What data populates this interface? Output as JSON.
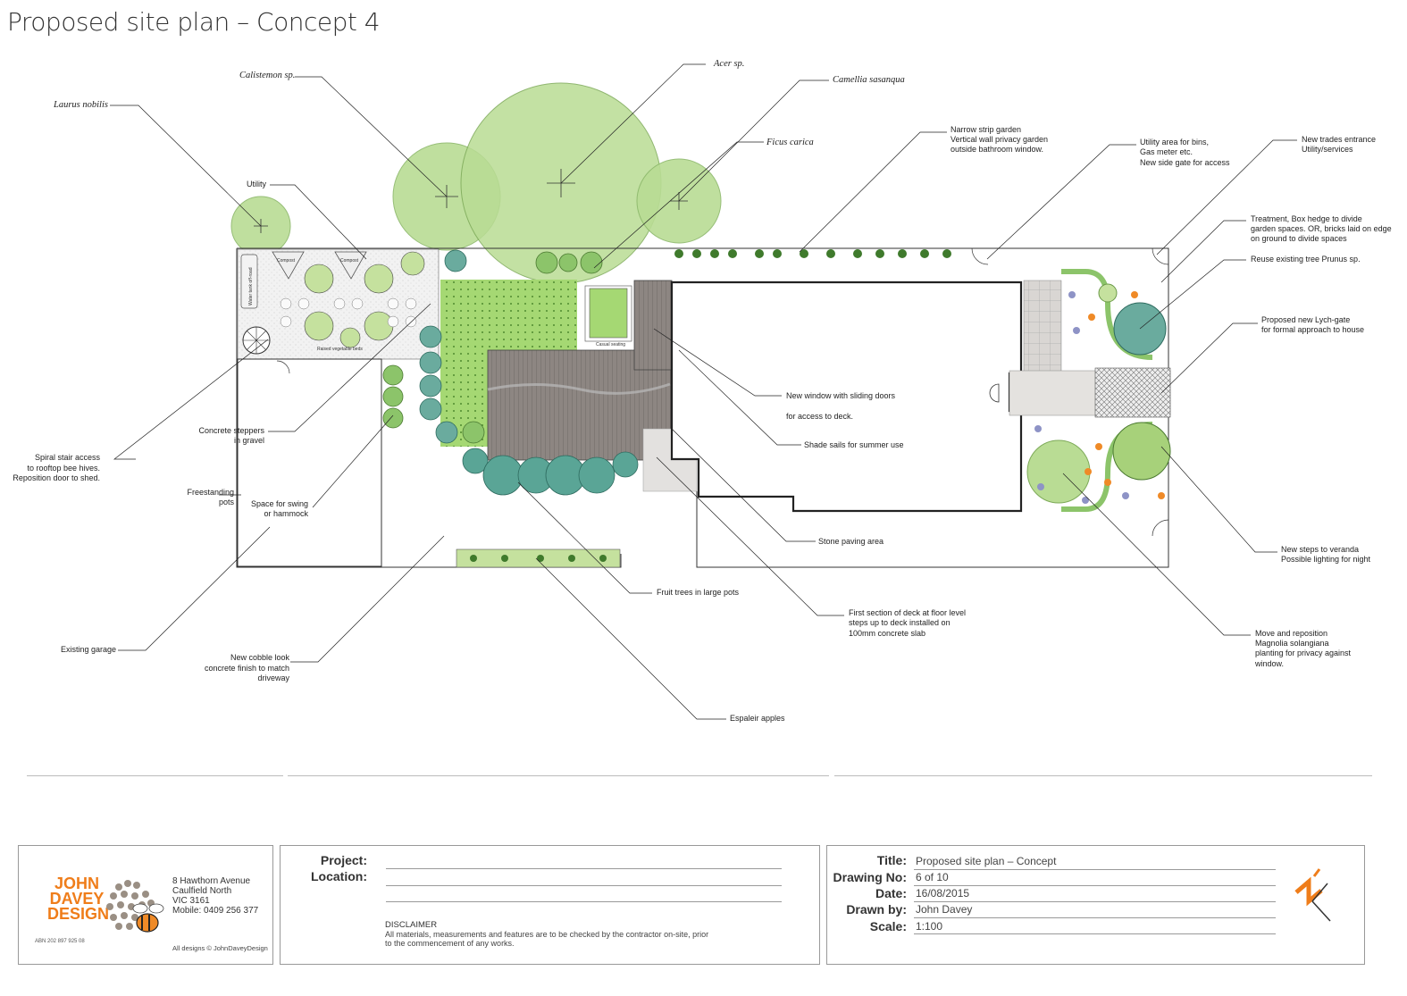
{
  "title": "Proposed site plan – Concept 4",
  "plant_labels": {
    "laurus": "Laurus nobilis",
    "callistemon": "Calistemon sp.",
    "acer": "Acer sp.",
    "camellia": "Camellia sasanqua",
    "ficus": "Ficus carica"
  },
  "annotations": {
    "utility": "Utility",
    "strip_garden": [
      "Narrow strip garden",
      "Vertical wall privacy garden",
      "outside bathroom window."
    ],
    "utility_area": [
      "Utility area for bins,",
      "Gas meter etc.",
      "New side gate for access"
    ],
    "trades_entrance": [
      "New trades entrance",
      "Utility/services"
    ],
    "treatment": [
      "Treatment, Box hedge to divide",
      "garden spaces. OR, bricks laid on edge",
      "on ground to divide spaces"
    ],
    "reuse_tree": "Reuse existing tree Prunus sp.",
    "lych_gate": [
      "Proposed new Lych-gate",
      "for formal approach to house"
    ],
    "new_window": [
      "New window with sliding doors",
      "for access to deck."
    ],
    "shade_sails": "Shade sails for summer use",
    "concrete_steppers": [
      "Concrete steppers",
      "in gravel"
    ],
    "spiral_stair": [
      "Spiral stair access",
      "to rooftop bee hives.",
      "Reposition door to shed."
    ],
    "freestanding_pots": [
      "Freestanding",
      "pots"
    ],
    "swing": [
      "Space for swing",
      "or hammock"
    ],
    "stone_paving": "Stone paving area",
    "fruit_trees": "Fruit trees in large pots",
    "new_steps": [
      "New steps to veranda",
      "Possible lighting for night"
    ],
    "first_deck": [
      "First section of deck at floor level",
      "steps up to deck installed on",
      "100mm concrete slab"
    ],
    "magnolia": [
      "Move and reposition",
      "Magnolia solangiana",
      "planting for privacy against",
      "window."
    ],
    "existing_garage": "Existing garage",
    "cobble": [
      "New cobble look",
      "concrete finish to match",
      "driveway"
    ],
    "espalier": "Espaleir apples",
    "compost_1": "Compost",
    "compost_2": "Compost",
    "casual_seating": "Casual seating",
    "raised_beds": "Raised vegetable beds",
    "water_tank": "Water tank off-road"
  },
  "title_block": {
    "company_line1": "JOHN",
    "company_line2": "DAVEY",
    "company_line3": "DESIGN",
    "abn": "ABN 202 897 925 08",
    "address": [
      "8 Hawthorn Avenue",
      "Caulfield North",
      "VIC 3161",
      "Mobile: 0409 256 377"
    ],
    "copyright": "All designs © JohnDaveyDesign",
    "project_label": "Project:",
    "location_label": "Location:",
    "disclaimer_heading": "DISCLAIMER",
    "disclaimer_text": [
      "All materials, measurements and features are to be checked by the contractor on-site, prior",
      "to the commencement of any works."
    ],
    "title_label": "Title:",
    "title_value": "Proposed site plan – Concept",
    "drawing_no_label": "Drawing No:",
    "drawing_no_value": "6 of 10",
    "date_label": "Date:",
    "date_value": "16/08/2015",
    "drawn_by_label": "Drawn by:",
    "drawn_by_value": "John Davey",
    "scale_label": "Scale:",
    "scale_value": "1:100",
    "north_letter": "N"
  },
  "colors": {
    "tree_light": "#b9dc94",
    "tree_mid": "#8cc46a",
    "lawn": "#9bd36b",
    "teal": "#5aa596",
    "orange": "#ef8a27",
    "deck": "#8d8682",
    "gravel": "#ececec"
  }
}
